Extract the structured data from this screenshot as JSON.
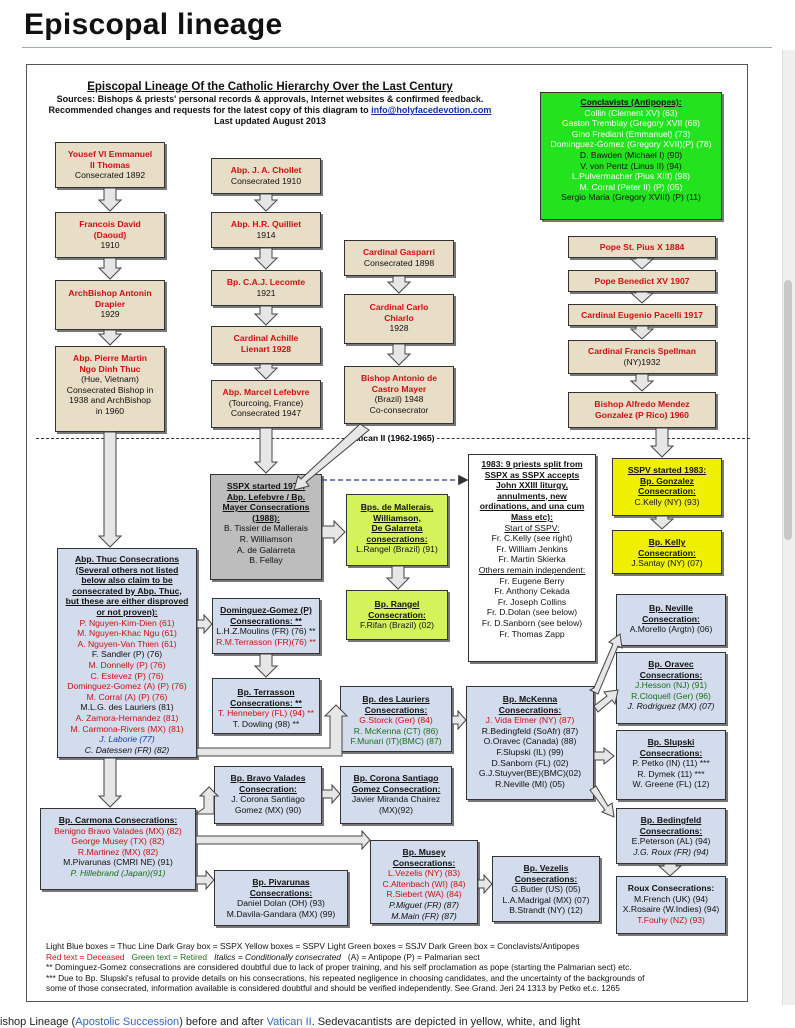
{
  "page_title": "Episcopal lineage",
  "header": {
    "title": "Episcopal Lineage Of the Catholic Hierarchy Over the Last Century",
    "sources": "Sources: Bishops & priests' personal records & approvals, Internet websites & confirmed feedback.",
    "recommend": "Recommended changes and requests for the latest copy of this diagram to",
    "email": "info@holyfacedevotion.com",
    "updated": "Last updated August 2013"
  },
  "vatican_label": "Vatican II (1962-1965)",
  "boxes": {
    "youssef": [
      "Yousef VI Emmanuel",
      "II Thomas",
      "Consecrated 1892"
    ],
    "david": [
      "Francois David",
      "(Daoud)",
      "1910"
    ],
    "drapier": [
      "ArchBishop Antonin",
      "Drapier",
      "1929"
    ],
    "thuc": [
      "Abp. Pierre Martin",
      "Ngo Dinh Thuc",
      "(Hue, Vietnam)",
      "Consecrated Bishop in",
      "1938 and ArchBishop",
      "in 1960"
    ],
    "chollet": [
      "Abp. J. A. Chollet",
      "Consecrated 1910"
    ],
    "quilliet": [
      "Abp. H.R. Quilliet",
      "1914"
    ],
    "lecomte": [
      "Bp. C.A.J. Lecomte",
      "1921"
    ],
    "lienart": [
      "Cardinal Achille",
      "Lienart 1928"
    ],
    "lefebvre": [
      "Abp. Marcel Lefebvre",
      "(Tourcoing, France)",
      "Consecrated 1947"
    ],
    "gasparri": [
      "Cardinal Gasparri",
      "Consecrated 1898"
    ],
    "chiarlo": [
      "Cardinal Carlo",
      "Chiarlo",
      "1928"
    ],
    "mayer": [
      "Bishop Antonio de",
      "Castro Mayer",
      "(Brazil) 1948",
      "Co-consecrator"
    ],
    "piusx": [
      "Pope St. Pius X 1884"
    ],
    "benedict": [
      "Pope Benedict XV 1907"
    ],
    "pacelli": [
      "Cardinal Eugenio Pacelli 1917"
    ],
    "spellman": [
      "Cardinal Francis Spellman",
      "(NY)1932"
    ],
    "mendez": [
      "Bishop Alfredo Mendez",
      "Gonzalez (P Rico) 1960"
    ],
    "conclavists": [
      "Conclavists (Antipopes):",
      "Collin (Clement XV) (63)",
      "Gaston Tremblay (Gregory XVII (68)",
      "Gino Frediani (Emmanuel) (73)",
      "Dominguez-Gomez (Gregory XVII)(P) (78)",
      "D. Bawden (Michael I) (90)",
      "V. von Pentz (Linus II) (94)",
      "L.Pulvermacher (Pius XIII) (98)",
      "M. Corral (Peter II) (P) (05)",
      "Sergio Maria (Gregory XVIII) (P) (11)"
    ],
    "sspx": [
      "SSPX started 1970:",
      "Abp. Lefebvre / Bp.",
      "Mayer Consecrations",
      "(1988):",
      "B. Tissier de Mallerais",
      "R. Williamson",
      "A. de Galarreta",
      "B. Fellay"
    ],
    "mallerais": [
      "Bps. de Mallerais,",
      "Williamson,",
      "De Galarreta",
      "consecrations:",
      "L.Rangel (Brazil) (91)"
    ],
    "rangel": [
      "Bp. Rangel",
      "Consecration:",
      "F.Rifan (Brazil) (02)"
    ],
    "split": [
      "1983: 9 priests split from",
      "SSPX as SSPX accepts",
      "John XXIII liturgy,",
      "annulments, new",
      "ordinations, and una cum",
      "Mass etc):",
      "Start of SSPV:",
      "Fr. C.Kelly (see right)",
      "Fr. William Jenkins",
      "Fr. Martin Skierka",
      "Others remain independent:",
      "Fr. Eugene Berry",
      "Fr. Anthony Cekada",
      "Fr. Joseph Collins",
      "Fr. D.Dolan (see below)",
      "Fr. D.Sanborn (see below)",
      "Fr. Thomas Zapp"
    ],
    "sspv": [
      "SSPV started 1983:",
      "Bp. Gonzalez",
      "Consecration:",
      "C.Kelly (NY) (93)"
    ],
    "kelly": [
      "Bp. Kelly",
      "Consecration:",
      "J.Santay (NY) (07)"
    ],
    "thuc_cons": [
      "Abp. Thuc Consecrations",
      "(Several others not listed",
      "below also claim to be",
      "consecrated by Abp. Thuc,",
      "but these are either disproved",
      "or not proven):",
      "P. Nguyen-Kim-Dien (61)",
      "M. Nguyen-Khac Ngu (61)",
      "A. Nguyen-Van Thien (61)",
      "F. Sandler (P) (76)",
      "M. Donnelly (P) (76)",
      "C. Estevez (P) (76)",
      "Dominguez-Gomez (A) (P) (76)",
      "M. Corral (A) (P) (76)",
      "M.L.G. des Lauriers (81)",
      "A. Zamora-Hernandez (81)",
      "M. Carmona-Rivers (MX) (81)",
      "J. Laborie (77)",
      "C. Datessen (FR) (82)"
    ],
    "dominguez": [
      "Dominguez-Gomez (P)",
      "Consecrations: **",
      "L.H.Z.Moulins (FR) (76) **",
      "R.M.Terrasson (FR)(76) **"
    ],
    "terrasson": [
      "Bp. Terrasson",
      "Consecrations: **",
      "T. Hennebery (FL) (94) **",
      "T. Dowling (98) **"
    ],
    "lauriers": [
      "Bp. des Lauriers",
      "Consecrations:",
      "G.Storck (Ger) (84)",
      "R. McKenna (CT) (86)",
      "F.Munari (IT)(BMC) (87)"
    ],
    "mckenna": [
      "Bp. McKenna",
      "Consecrations:",
      "J. Vida Elmer (NY) (87)",
      "R.Bedingfeld (SoAfr) (87)",
      "O.Oravec (Canada) (88)",
      "F.Slupski (IL) (99)",
      "D.Sanborn (FL) (02)",
      "G.J.Stuyver(BE)(BMC)(02)",
      "R.Neville (MI) (05)"
    ],
    "neville": [
      "Bp. Neville",
      "Consecration:",
      "A.Morello (Argtn) (06)"
    ],
    "oravec": [
      "Bp. Oravec",
      "Consecrations:",
      "J.Hesson (NJ) (91)",
      "R.Cloquell (Ger) (96)",
      "J. Rodriguez (MX) (07)"
    ],
    "slupski": [
      "Bp. Slupski",
      "Consecrations:",
      "P. Petko (IN) (11) ***",
      "R. Dymek (11) ***",
      "W. Greene (FL) (12)"
    ],
    "bedingfeld": [
      "Bp. Bedingfeld",
      "Consecrations:",
      "E.Peterson (AL) (94)",
      "J.G. Roux (FR) (94)"
    ],
    "roux": [
      "Roux Consecrations:",
      "M.French (UK) (94)",
      "X.Rosaire (W.Indies) (94)",
      "T.Fouhy (NZ) (93)"
    ],
    "bravo": [
      "Bp. Bravo Valades",
      "Consecration:",
      "J. Corona Santiago",
      "Gomez (MX) (90)"
    ],
    "corona": [
      "Bp. Corona Santiago",
      "Gomez Consecration:",
      "Javier Miranda Chairez",
      "(MX)(92)"
    ],
    "carmona": [
      "Bp. Carmona Consecrations:",
      "Benigno Bravo Valades (MX) (82)",
      "George Musey (TX) (82)",
      "R.Martinez (MX) (82)",
      "M.Pivarunas (CMRI NE) (91)",
      "P. Hillebrand (Japan)(91)"
    ],
    "pivarunas": [
      "Bp. Pivarunas",
      "Consecrations:",
      "Daniel Dolan (OH) (93)",
      "M.Davila-Gandara (MX) (99)"
    ],
    "musey": [
      "Bp. Musey",
      "Consecrations:",
      "L.Vezelis (NY) (83)",
      "C.Altenbach (WI) (84)",
      "R.Siebert (WA) (84)",
      "P.Miguet (FR) (87)",
      "M.Main (FR) (87)"
    ],
    "vezelis": [
      "Bp. Vezelis",
      "Consecrations:",
      "G.Butler (US) (05)",
      "L.A.Madrigal (MX) (07)",
      "B.Strandt (NY) (12)"
    ]
  },
  "legend": {
    "line1": "Light Blue boxes = Thuc Line    Dark Gray box = SSPX    Yellow boxes = SSPV    Light Green boxes = SSJV    Dark Green box = Conclavists/Antipopes",
    "red": "Red text = Deceased",
    "green": "Green text = Retired",
    "italic": "Italics = Conditionally consecrated",
    "codes": "(A) = Antipope    (P) = Palmarian sect",
    "note2": "** Dominguez-Gomez consecrations are considered doubtful due to lack of proper training, and his self proclamation as pope (starting the Palmarian sect) etc.",
    "note3": "*** Due to Bp. Slupski's refusal to provide details on his consecrations, his repeated negligence in choosing candidates, and the uncertainty of the backgrounds of",
    "note4": "some of those consecrated, information available is considered doubtful and should be verified independently. See Grand. Jeri 24 1313 by Petko et.c. 1265"
  },
  "bottom": {
    "prefix": "ishop Lineage (",
    "link1": "Apostolic Succession",
    "mid": ") before and after ",
    "link2": "Vatican II",
    "suffix": ". Sedevacantists are depicted in yellow, white, and light"
  }
}
